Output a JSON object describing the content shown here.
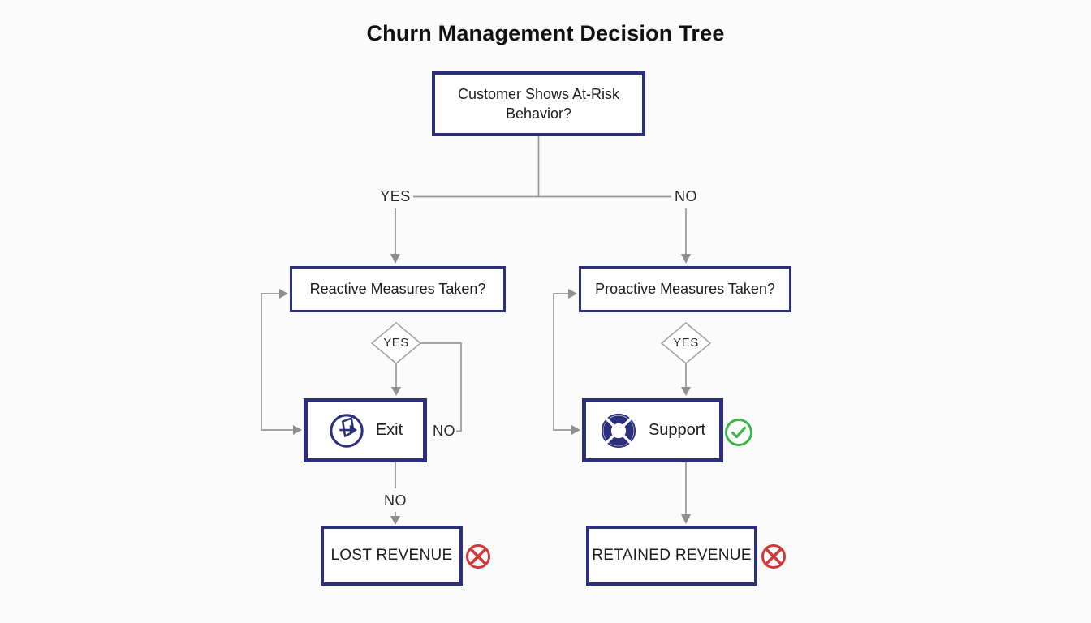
{
  "title": "Churn Management Decision Tree",
  "nodes": {
    "root": {
      "label": "Customer Shows At-Risk Behavior?"
    },
    "reactive": {
      "label": "Reactive Measures Taken?"
    },
    "proactive": {
      "label": "Proactive Measures Taken?"
    },
    "exit": {
      "label": "Exit",
      "icon": "door-exit-icon"
    },
    "support": {
      "label": "Support",
      "icon": "lifebuoy-icon",
      "badge_icon": "check-circle-icon"
    },
    "lost_revenue": {
      "label": "LOST REVENUE",
      "badge_icon": "cross-circle-icon"
    },
    "retained_revenue": {
      "label": "RETAINED REVENUE",
      "badge_icon": "cross-circle-icon"
    }
  },
  "edge_labels": {
    "root_yes": "YES",
    "root_no": "NO",
    "reactive_decision": "YES",
    "reactive_no_loop": "NO",
    "proactive_decision": "YES",
    "exit_no": "NO"
  },
  "colors": {
    "navy": "#2b2f7c",
    "line": "#999999",
    "text": "#1c1c1c",
    "green": "#3eb44a",
    "red": "#cf3939",
    "bg": "#fbfbfc"
  }
}
